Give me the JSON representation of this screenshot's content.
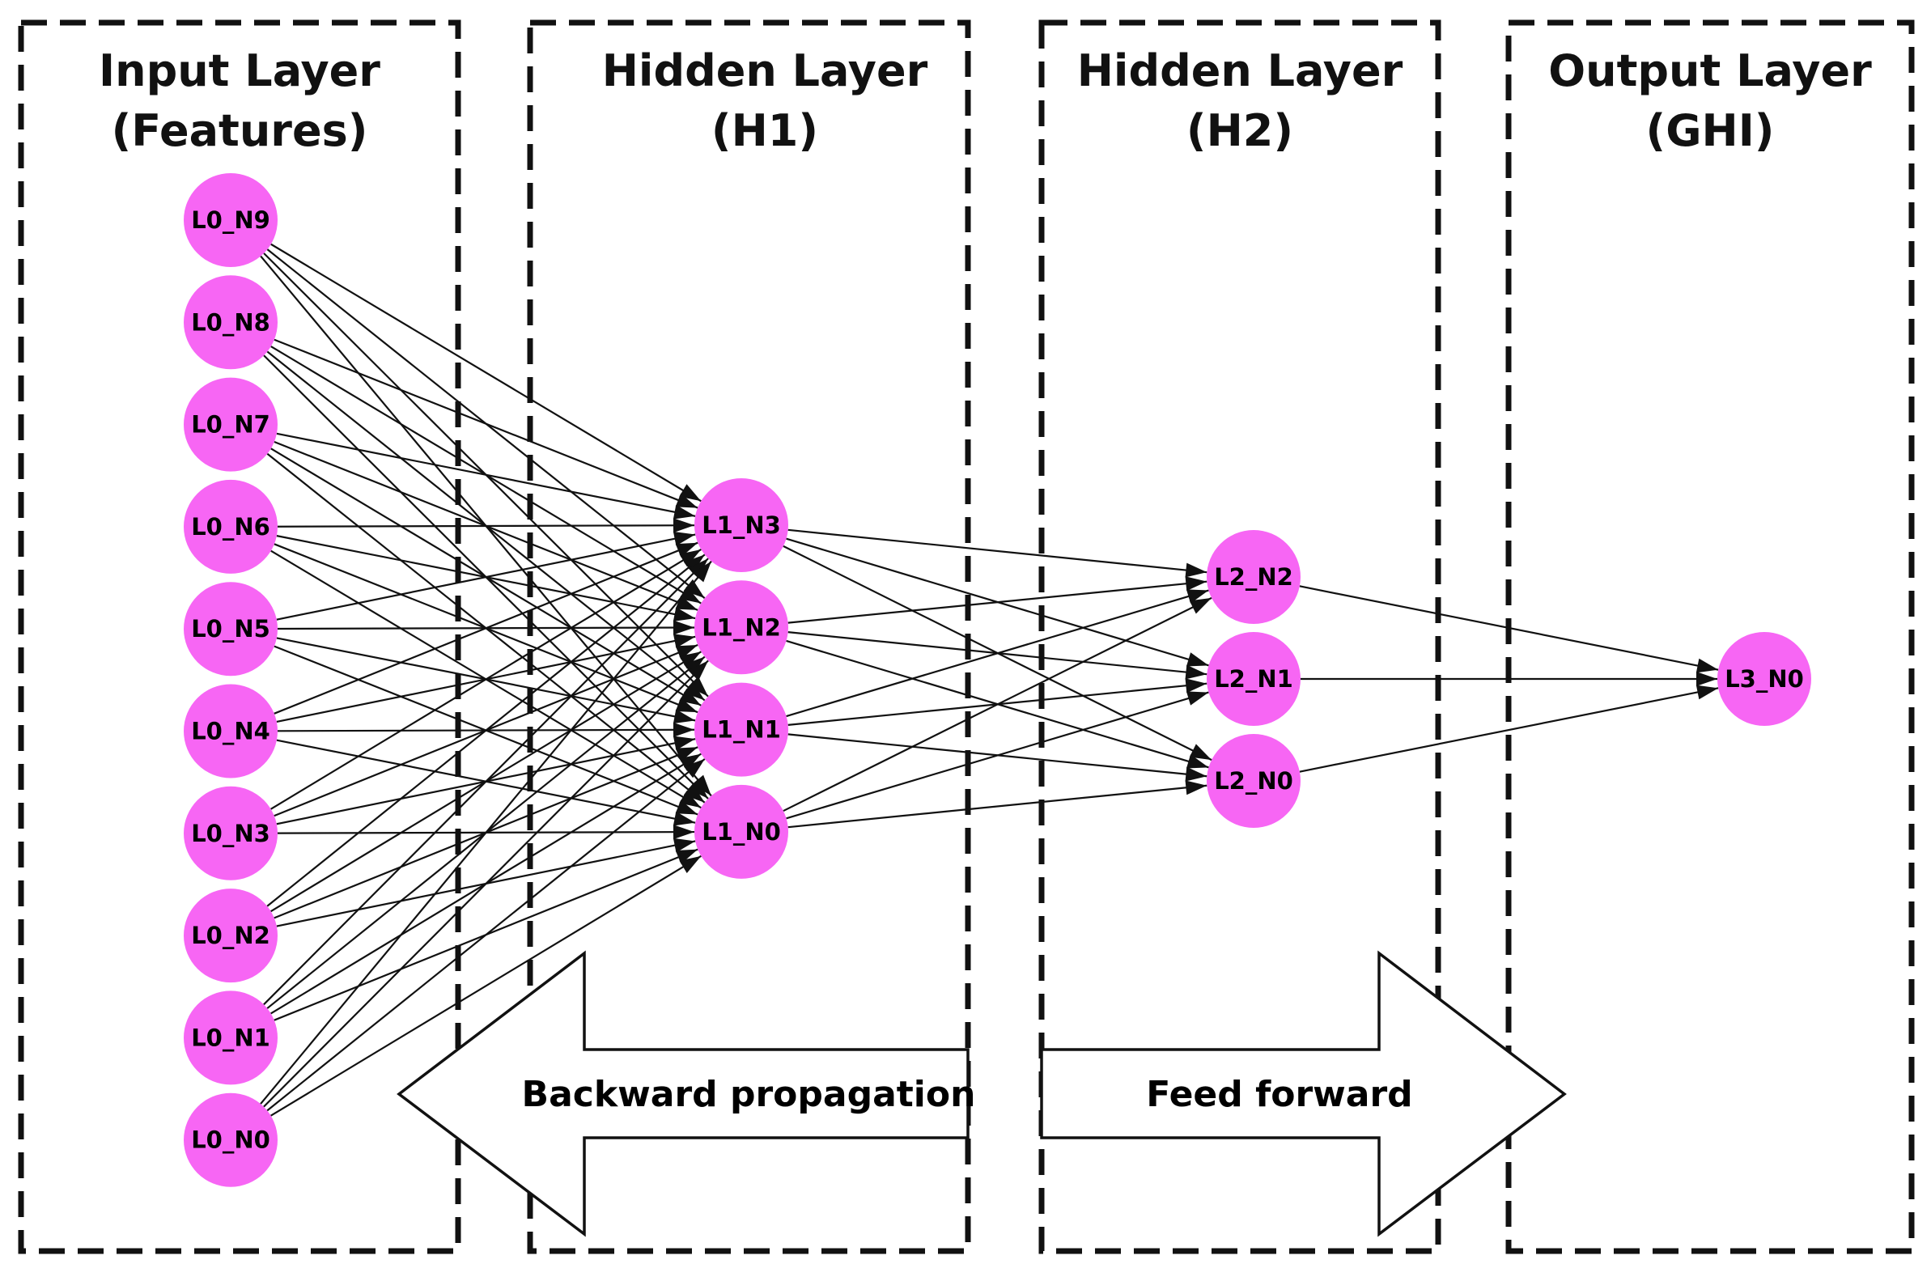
{
  "colors": {
    "node_fill": "#f766f4",
    "stroke": "#111111",
    "background": "#ffffff"
  },
  "layers": [
    {
      "title": [
        "Input Layer",
        "(Features)"
      ],
      "nodes": [
        "L0_N9",
        "L0_N8",
        "L0_N7",
        "L0_N6",
        "L0_N5",
        "L0_N4",
        "L0_N3",
        "L0_N2",
        "L0_N1",
        "L0_N0"
      ]
    },
    {
      "title": [
        "Hidden Layer",
        "(H1)"
      ],
      "nodes": [
        "L1_N3",
        "L1_N2",
        "L1_N1",
        "L1_N0"
      ]
    },
    {
      "title": [
        "Hidden Layer",
        "(H2)"
      ],
      "nodes": [
        "L2_N2",
        "L2_N1",
        "L2_N0"
      ]
    },
    {
      "title": [
        "Output Layer",
        "(GHI)"
      ],
      "nodes": [
        "L3_N0"
      ]
    }
  ],
  "connectivity": "fully-connected",
  "arrows": {
    "backward": {
      "label": "Backward propagation",
      "direction": "left"
    },
    "forward": {
      "label": "Feed forward",
      "direction": "right"
    }
  }
}
